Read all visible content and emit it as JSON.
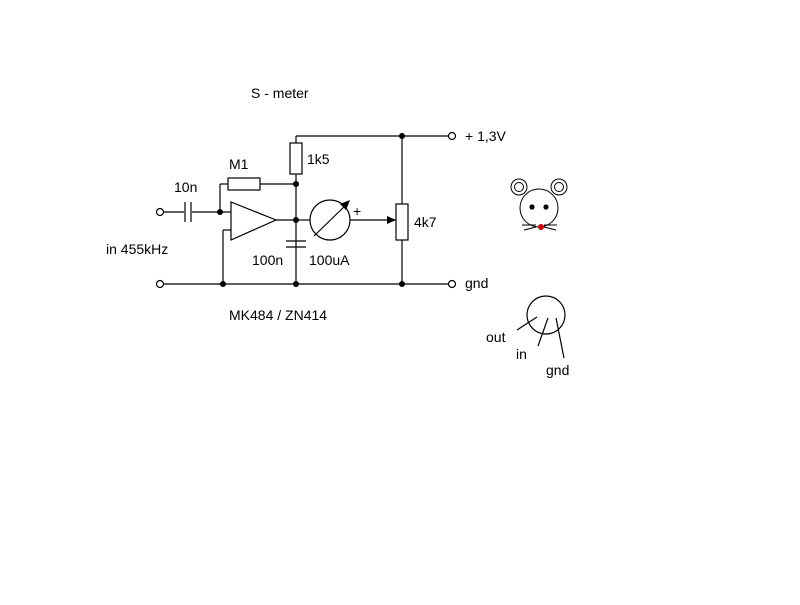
{
  "title": "S - meter",
  "labels": {
    "supply": "+ 1,3V",
    "ground": "gnd",
    "input": "in 455kHz",
    "ic": "MK484 / ZN414",
    "c_input": "10n",
    "r_feedback": "M1",
    "r_load": "1k5",
    "c_filter": "100n",
    "meter": "100uA",
    "meter_polarity": "+",
    "pot": "4k7"
  },
  "pinout": {
    "out": "out",
    "in": "in",
    "gnd": "gnd"
  },
  "colors": {
    "ink": "#000000",
    "mouse_nose": "#cc0000"
  },
  "icons": {
    "mouse": "mouse-icon",
    "package": "to92-package-icon"
  }
}
